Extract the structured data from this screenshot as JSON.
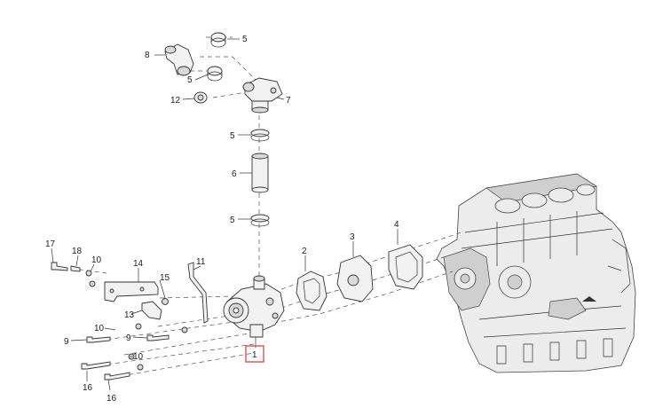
{
  "callouts": [
    {
      "id": "c5a",
      "text": "5"
    },
    {
      "id": "c8",
      "text": "8"
    },
    {
      "id": "c5b",
      "text": "5"
    },
    {
      "id": "c12",
      "text": "12"
    },
    {
      "id": "c7",
      "text": "7"
    },
    {
      "id": "c5c",
      "text": "5"
    },
    {
      "id": "c6",
      "text": "6"
    },
    {
      "id": "c5d",
      "text": "5"
    },
    {
      "id": "c4",
      "text": "4"
    },
    {
      "id": "c3",
      "text": "3"
    },
    {
      "id": "c2",
      "text": "2"
    },
    {
      "id": "c17",
      "text": "17"
    },
    {
      "id": "c18",
      "text": "18"
    },
    {
      "id": "c10a",
      "text": "10"
    },
    {
      "id": "c14",
      "text": "14"
    },
    {
      "id": "c11",
      "text": "11"
    },
    {
      "id": "c15",
      "text": "15"
    },
    {
      "id": "c13",
      "text": "13"
    },
    {
      "id": "c10b",
      "text": "10"
    },
    {
      "id": "c9a",
      "text": "9"
    },
    {
      "id": "c9b",
      "text": "9"
    },
    {
      "id": "c10c",
      "text": "10"
    },
    {
      "id": "c16a",
      "text": "16"
    },
    {
      "id": "c16b",
      "text": "16"
    },
    {
      "id": "c1",
      "text": "1"
    }
  ],
  "highlight_color": "#d9534f"
}
